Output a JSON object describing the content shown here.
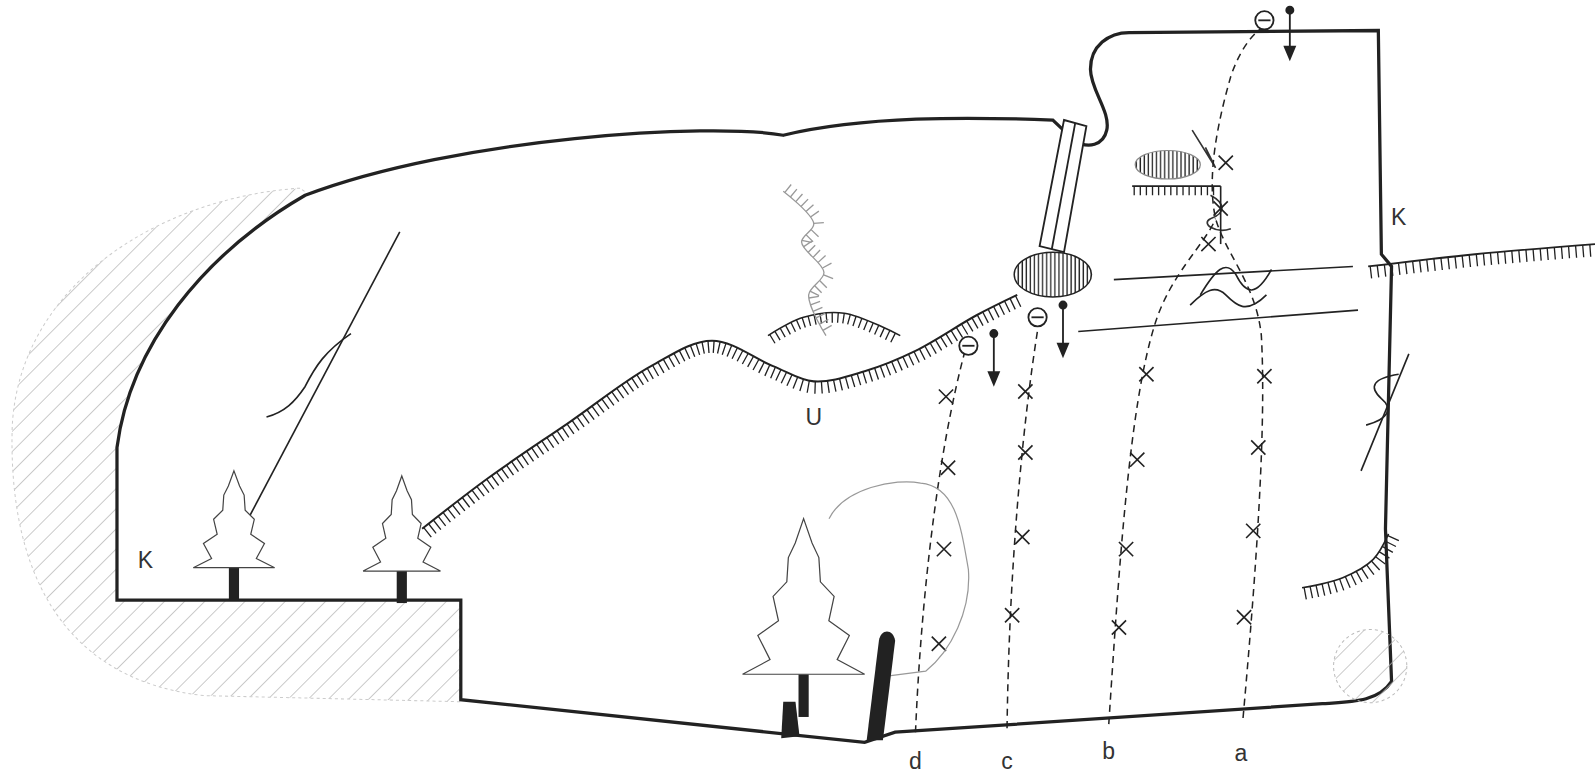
{
  "diagram": {
    "labels": [
      "K",
      "U",
      "K",
      "d",
      "c",
      "b",
      "a"
    ]
  }
}
